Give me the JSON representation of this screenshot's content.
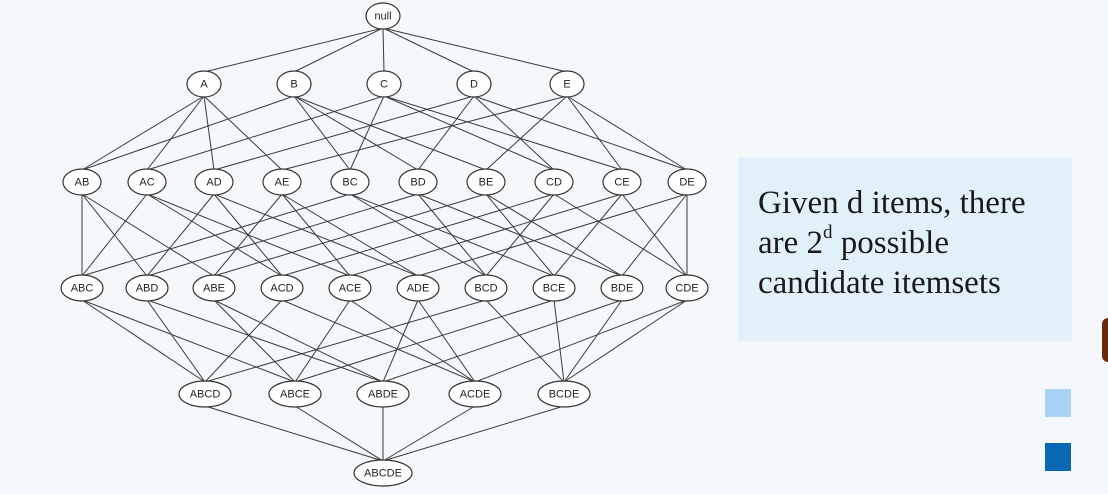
{
  "lattice": {
    "colors": {
      "node_fill": "#ffffff",
      "node_stroke": "#333333",
      "edge": "#3a3a3a",
      "label": "#222222"
    },
    "levels": [
      [
        "null"
      ],
      [
        "A",
        "B",
        "C",
        "D",
        "E"
      ],
      [
        "AB",
        "AC",
        "AD",
        "AE",
        "BC",
        "BD",
        "BE",
        "CD",
        "CE",
        "DE"
      ],
      [
        "ABC",
        "ABD",
        "ABE",
        "ACD",
        "ACE",
        "ADE",
        "BCD",
        "BCE",
        "BDE",
        "CDE"
      ],
      [
        "ABCD",
        "ABCE",
        "ABDE",
        "ACDE",
        "BCDE"
      ],
      [
        "ABCDE"
      ]
    ]
  },
  "callout": {
    "line1": "Given d items, there",
    "line2_pre": "are 2",
    "line2_sup": "d",
    "line2_post": " possible",
    "line3": "candidate itemsets",
    "background": "#e2f0f9"
  },
  "legend_swatches": {
    "light": "#a6d4f2",
    "dark": "#0a68b4"
  }
}
